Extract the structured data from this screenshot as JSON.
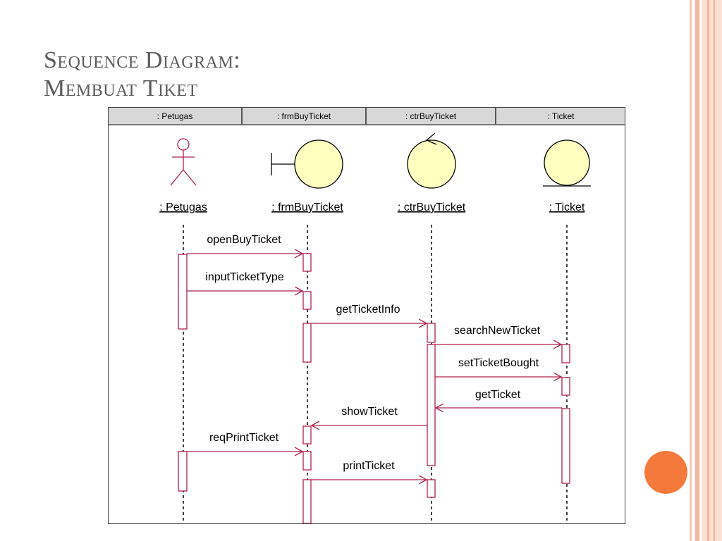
{
  "slide": {
    "title_line1": "Sequence Diagram:",
    "title_line2": "Membuat Tiket"
  },
  "diagram": {
    "header_labels": [
      ": Petugas",
      ": frmBuyTicket",
      ": ctrBuyTicket",
      ": Ticket"
    ],
    "participants": [
      {
        "name": ": Petugas",
        "kind": "actor"
      },
      {
        "name": ": frmBuyTicket",
        "kind": "boundary"
      },
      {
        "name": ": ctrBuyTicket",
        "kind": "control"
      },
      {
        "name": ": Ticket",
        "kind": "entity"
      }
    ],
    "messages": [
      {
        "label": "openBuyTicket",
        "from": 0,
        "to": 1,
        "direction": "right"
      },
      {
        "label": "inputTicketType",
        "from": 0,
        "to": 1,
        "direction": "right"
      },
      {
        "label": "getTicketInfo",
        "from": 1,
        "to": 2,
        "direction": "right"
      },
      {
        "label": "searchNewTicket",
        "from": 2,
        "to": 3,
        "direction": "right"
      },
      {
        "label": "setTicketBought",
        "from": 2,
        "to": 3,
        "direction": "right"
      },
      {
        "label": "getTicket",
        "from": 3,
        "to": 2,
        "direction": "left"
      },
      {
        "label": "showTicket",
        "from": 2,
        "to": 1,
        "direction": "left"
      },
      {
        "label": "reqPrintTicket",
        "from": 0,
        "to": 1,
        "direction": "right"
      },
      {
        "label": "printTicket",
        "from": 1,
        "to": 2,
        "direction": "right"
      }
    ],
    "colors": {
      "object_fill": "#ffffc0",
      "message_line": "#b0204a",
      "actor_line": "#b0204a",
      "accent_dot": "#f47a3c"
    }
  }
}
